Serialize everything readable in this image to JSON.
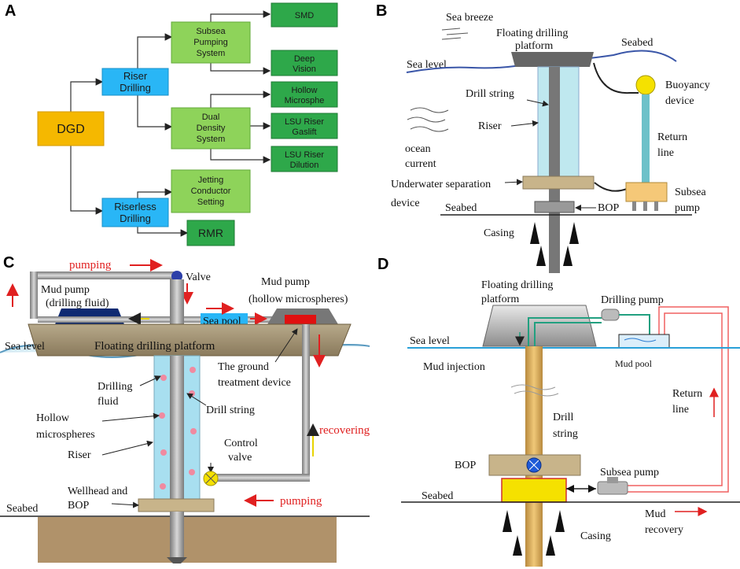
{
  "panels": {
    "A": {
      "letter": "A",
      "nodes": {
        "dgd": "DGD",
        "riser_drilling": [
          "Riser",
          "Drilling"
        ],
        "riserless_drilling": [
          "Riserless",
          "Drilling"
        ],
        "subsea_pumping": [
          "Subsea",
          "Pumping",
          "System"
        ],
        "dual_density": [
          "Dual",
          "Density",
          "System"
        ],
        "jetting": [
          "Jetting",
          "Conductor",
          "Setting"
        ],
        "smd": "SMD",
        "deep_vision": [
          "Deep",
          "Vision"
        ],
        "hollow": [
          "Hollow",
          "Microsphe"
        ],
        "lsu_gaslift": [
          "LSU Riser",
          "Gaslift"
        ],
        "lsu_dilution": [
          "LSU Riser",
          "Dilution"
        ],
        "rmr": "RMR"
      },
      "colors": {
        "dgd": "#f5b800",
        "level1": "#29b6f6",
        "level2": "#8ed35a",
        "level3": "#2ea84a"
      }
    },
    "B": {
      "letter": "B",
      "labels": {
        "sea_breeze": "Sea breeze",
        "floating": [
          "Floating drilling",
          "platform"
        ],
        "seabed_top": "Seabed",
        "sea_level": "Sea level",
        "buoyancy": [
          "Buoyancy",
          "device"
        ],
        "drill_string": "Drill string",
        "riser": "Riser",
        "return_line": [
          "Return",
          "line"
        ],
        "ocean_current": [
          "ocean",
          "current"
        ],
        "underwater_sep": [
          "Underwater separation",
          "device"
        ],
        "subsea_pump": [
          "Subsea",
          "pump"
        ],
        "seabed": "Seabed",
        "bop": "BOP",
        "casing": "Casing"
      }
    },
    "C": {
      "letter": "C",
      "labels": {
        "pumping_top": "pumping",
        "valve": "Valve",
        "mud_pump_left": [
          "Mud pump",
          "(drilling fluid)"
        ],
        "mud_pump_right": [
          "Mud pump",
          "(hollow microspheres)"
        ],
        "sea_pool": "Sea pool",
        "sea_level": "Sea   level",
        "floating": "Floating drilling platform",
        "ground_treatment": [
          "The ground",
          "treatment device"
        ],
        "drilling_fluid": [
          "Drilling",
          "fluid"
        ],
        "drill_string": "Drill string",
        "hollow": [
          "Hollow",
          "microspheres"
        ],
        "recovering": "recovering",
        "riser": "Riser",
        "control_valve": [
          "Control",
          "valve"
        ],
        "wellhead": [
          "Wellhead and",
          "BOP"
        ],
        "pumping_bottom": "pumping",
        "seabed": "Seabed"
      }
    },
    "D": {
      "letter": "D",
      "labels": {
        "floating": [
          "Floating drilling",
          "platform"
        ],
        "drilling_pump": "Drilling pump",
        "sea_level": "Sea   level",
        "mud_injection": "Mud injection",
        "mud_pool": "Mud pool",
        "return_line": [
          "Return",
          "line"
        ],
        "drill_string": [
          "Drill",
          "string"
        ],
        "bop": "BOP",
        "subsea_pump": "Subsea pump",
        "seabed": "Seabed",
        "mud_recovery": [
          "Mud",
          "recovery"
        ],
        "casing": "Casing"
      }
    }
  }
}
